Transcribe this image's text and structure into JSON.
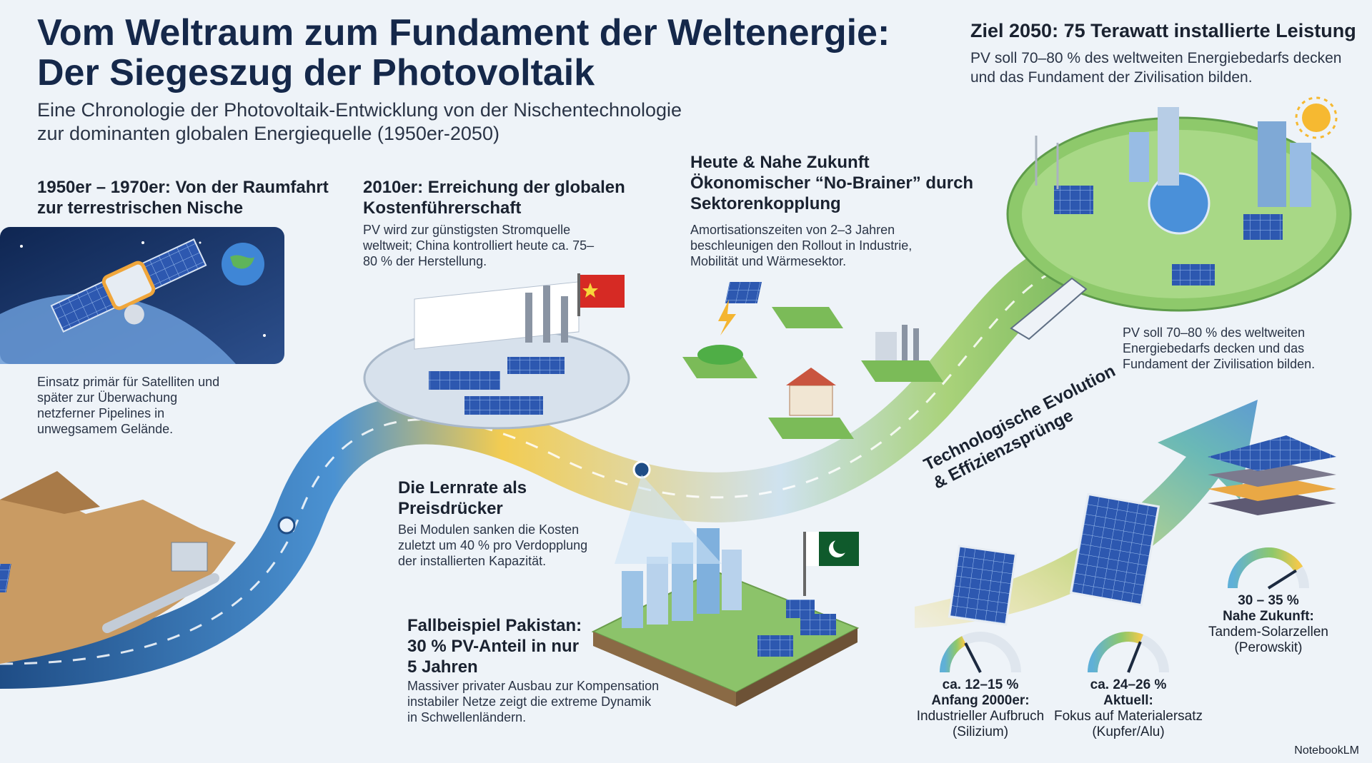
{
  "title_line1": "Vom Weltraum zum Fundament der Weltenergie:",
  "title_line2": "Der Siegeszug der Photovoltaik",
  "subtitle_line1": "Eine Chronologie der Photovoltaik-Entwicklung von der Nischentechnologie",
  "subtitle_line2": "zur dominanten globalen Energiequelle (1950er-2050)",
  "goal": {
    "heading": "Ziel 2050: 75 Terawatt installierte Leistung",
    "text": "PV soll 70–80 % des weltweiten Energiebedarfs decken und das Fundament der Zivilisation bilden.",
    "text_repeat": "PV soll 70–80 % des weltweiten Energiebedarfs decken und das Fundament der Zivilisation bilden."
  },
  "era1950": {
    "heading": "1950er – 1970er: Von der Raumfahrt zur terrestrischen Nische",
    "text": "Einsatz primär für Satelliten und später zur Überwachung netzferner Pipelines in unwegsamem Gelände."
  },
  "era2010": {
    "heading": "2010er: Erreichung der globalen Kostenführerschaft",
    "text": "PV wird zur günstigsten Stromquelle weltweit; China kontrolliert heute ca. 75–80 % der Herstellung."
  },
  "today": {
    "heading_line1": "Heute & Nahe Zukunft",
    "heading_line2": "Ökonomischer “No-Brainer” durch Sektorenkopplung",
    "text": "Amortisationszeiten von 2–3 Jahren beschleunigen den Rollout in Industrie, Mobilität und Wärmesektor."
  },
  "learning": {
    "heading": "Die Lernrate als Preisdrücker",
    "text": "Bei Modulen sanken die Kosten zuletzt um 40 % pro Verdopplung der installierten Kapazität."
  },
  "pakistan": {
    "heading": "Fallbeispiel Pakistan: 30 % PV-Anteil in nur 5 Jahren",
    "text": "Massiver privater Ausbau zur Kompensation instabiler Netze zeigt die extreme Dynamik in Schwellenländern."
  },
  "tech_heading_line1": "Technologische Evolution",
  "tech_heading_line2": "& Effizienzsprünge",
  "gauges": [
    {
      "value": "ca. 12–15 %",
      "era": "Anfang 2000er:",
      "desc1": "Industrieller Aufbruch",
      "desc2": "(Silizium)",
      "level": 0.35
    },
    {
      "value": "ca. 24–26 %",
      "era": "Aktuell:",
      "desc1": "Fokus auf Materialersatz",
      "desc2": "(Kupfer/Alu)",
      "level": 0.62
    },
    {
      "value": "30 – 35 %",
      "era": "Nahe Zukunft:",
      "desc1": "Tandem-Solarzellen",
      "desc2": "(Perowskit)",
      "level": 0.82
    }
  ],
  "brand": "NotebookLM",
  "colors": {
    "title": "#15284a",
    "road_blue": "#3b7fc4",
    "road_yellow": "#f3c94a",
    "road_green": "#79b957",
    "china_flag": "#d62a24",
    "pakistan_flag": "#0f5a2c"
  }
}
